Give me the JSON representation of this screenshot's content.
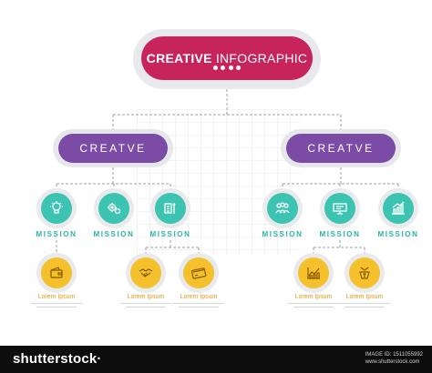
{
  "title": {
    "bold": "CREATIVE",
    "light": "INFOGRAPHIC"
  },
  "categories": [
    {
      "label": "CREATVE"
    },
    {
      "label": "CREATVE"
    }
  ],
  "missions": [
    {
      "label": "MISSION",
      "icon": "lightbulb-icon"
    },
    {
      "label": "MISSION",
      "icon": "gears-icon"
    },
    {
      "label": "MISSION",
      "icon": "tools-icon"
    },
    {
      "label": "MISSION",
      "icon": "team-icon"
    },
    {
      "label": "MISSION",
      "icon": "presentation-icon"
    },
    {
      "label": "MISSION",
      "icon": "growth-chart-icon"
    }
  ],
  "sub_items": [
    {
      "label": "Lorem Ipsum",
      "icon": "wallet-icon"
    },
    {
      "label": "Lorem Ipsum",
      "icon": "handshake-icon"
    },
    {
      "label": "Lorem Ipsum",
      "icon": "credit-card-icon"
    },
    {
      "label": "Lorem Ipsum",
      "icon": "chart-icon"
    },
    {
      "label": "Lorem Ipsum",
      "icon": "money-icon"
    }
  ],
  "colors": {
    "title": "#c8245c",
    "category": "#7b4ba6",
    "mission": "#3cc3b1",
    "sub": "#f4c02c"
  },
  "footer": {
    "brand": "shutterstock·",
    "image_id": "IMAGE ID: 1511055992",
    "site": "www.shutterstock.com"
  }
}
